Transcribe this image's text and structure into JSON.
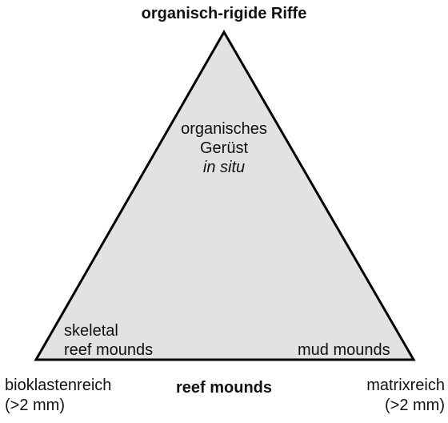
{
  "diagram": {
    "apex_label": "organisch-rigide Riffe",
    "center_lines": [
      "organisches",
      "Gerüst",
      "in situ"
    ],
    "left_inner_lines": [
      "skeletal",
      "reef mounds"
    ],
    "right_inner": "mud mounds",
    "bottom_center": "reef mounds",
    "bottom_left_lines": [
      "bioklastenreich",
      "(>2 mm)"
    ],
    "bottom_right_lines": [
      "matrixreich",
      "(>2 mm)"
    ],
    "colors": {
      "fill": "#e2e2e2",
      "stroke": "#000000"
    }
  }
}
